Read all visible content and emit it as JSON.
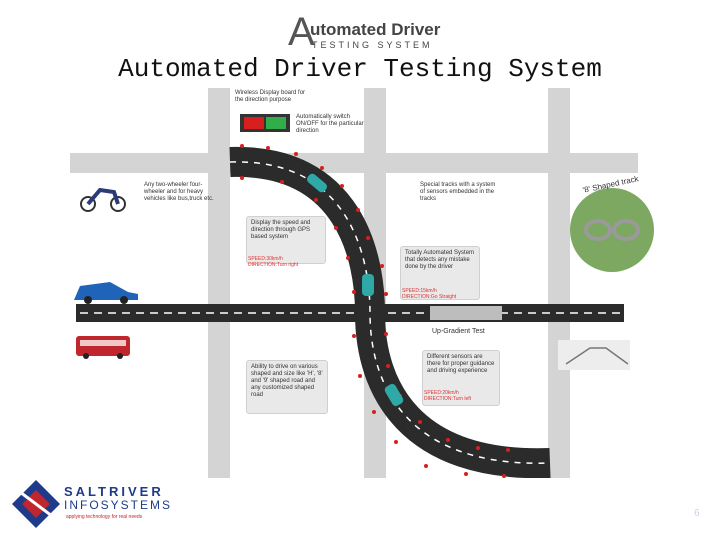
{
  "logo_top": {
    "letter": "A",
    "line1": "utomated Driver",
    "line2": "TESTING SYSTEM"
  },
  "title": "Automated Driver Testing System",
  "notes": {
    "wireless": "Wireless Display board for the direction purpose",
    "switch": "Automatically switch ON/OFF for the particular direction",
    "vehicles": "Any two-wheeler four-wheeler and for heavy vehicles like bus,truck etc.",
    "tracks": "Special tracks with a system of sensors embedded in the tracks",
    "display_speed": "Display the speed and direction through GPS based system",
    "automated": "Totally Automated System that detects any mistake done by the driver",
    "ability": "Ability to drive on various shaped and size like 'H', '8' and '9' shaped road and any customized shaped road",
    "sensors": "Different sensors are there for proper guidance and driving experience",
    "up_gradient": "Up-Gradient Test",
    "eight_track": "'8' Shaped track"
  },
  "speed_labels": {
    "speed1": "SPEED:30km/h",
    "dir1": "DIRECTION:Turn right",
    "speed2": "SPEED:15km/h",
    "dir2": "DIRECTION:Go Straight",
    "speed3": "SPEED:20km/h",
    "dir3": "DIRECTION:Turn left"
  },
  "footer_logo": {
    "line1": "SALTRIVER",
    "line2": "INFOSYSTEMS",
    "tagline": "applying technology for real needs"
  },
  "page_number": "6",
  "colors": {
    "road": "#2b2b2b",
    "sensor": "#d62020",
    "car": "#2fa8a8",
    "grey_road": "#d4d4d4",
    "footer_red": "#c0262d",
    "footer_blue": "#1d3b8a"
  }
}
